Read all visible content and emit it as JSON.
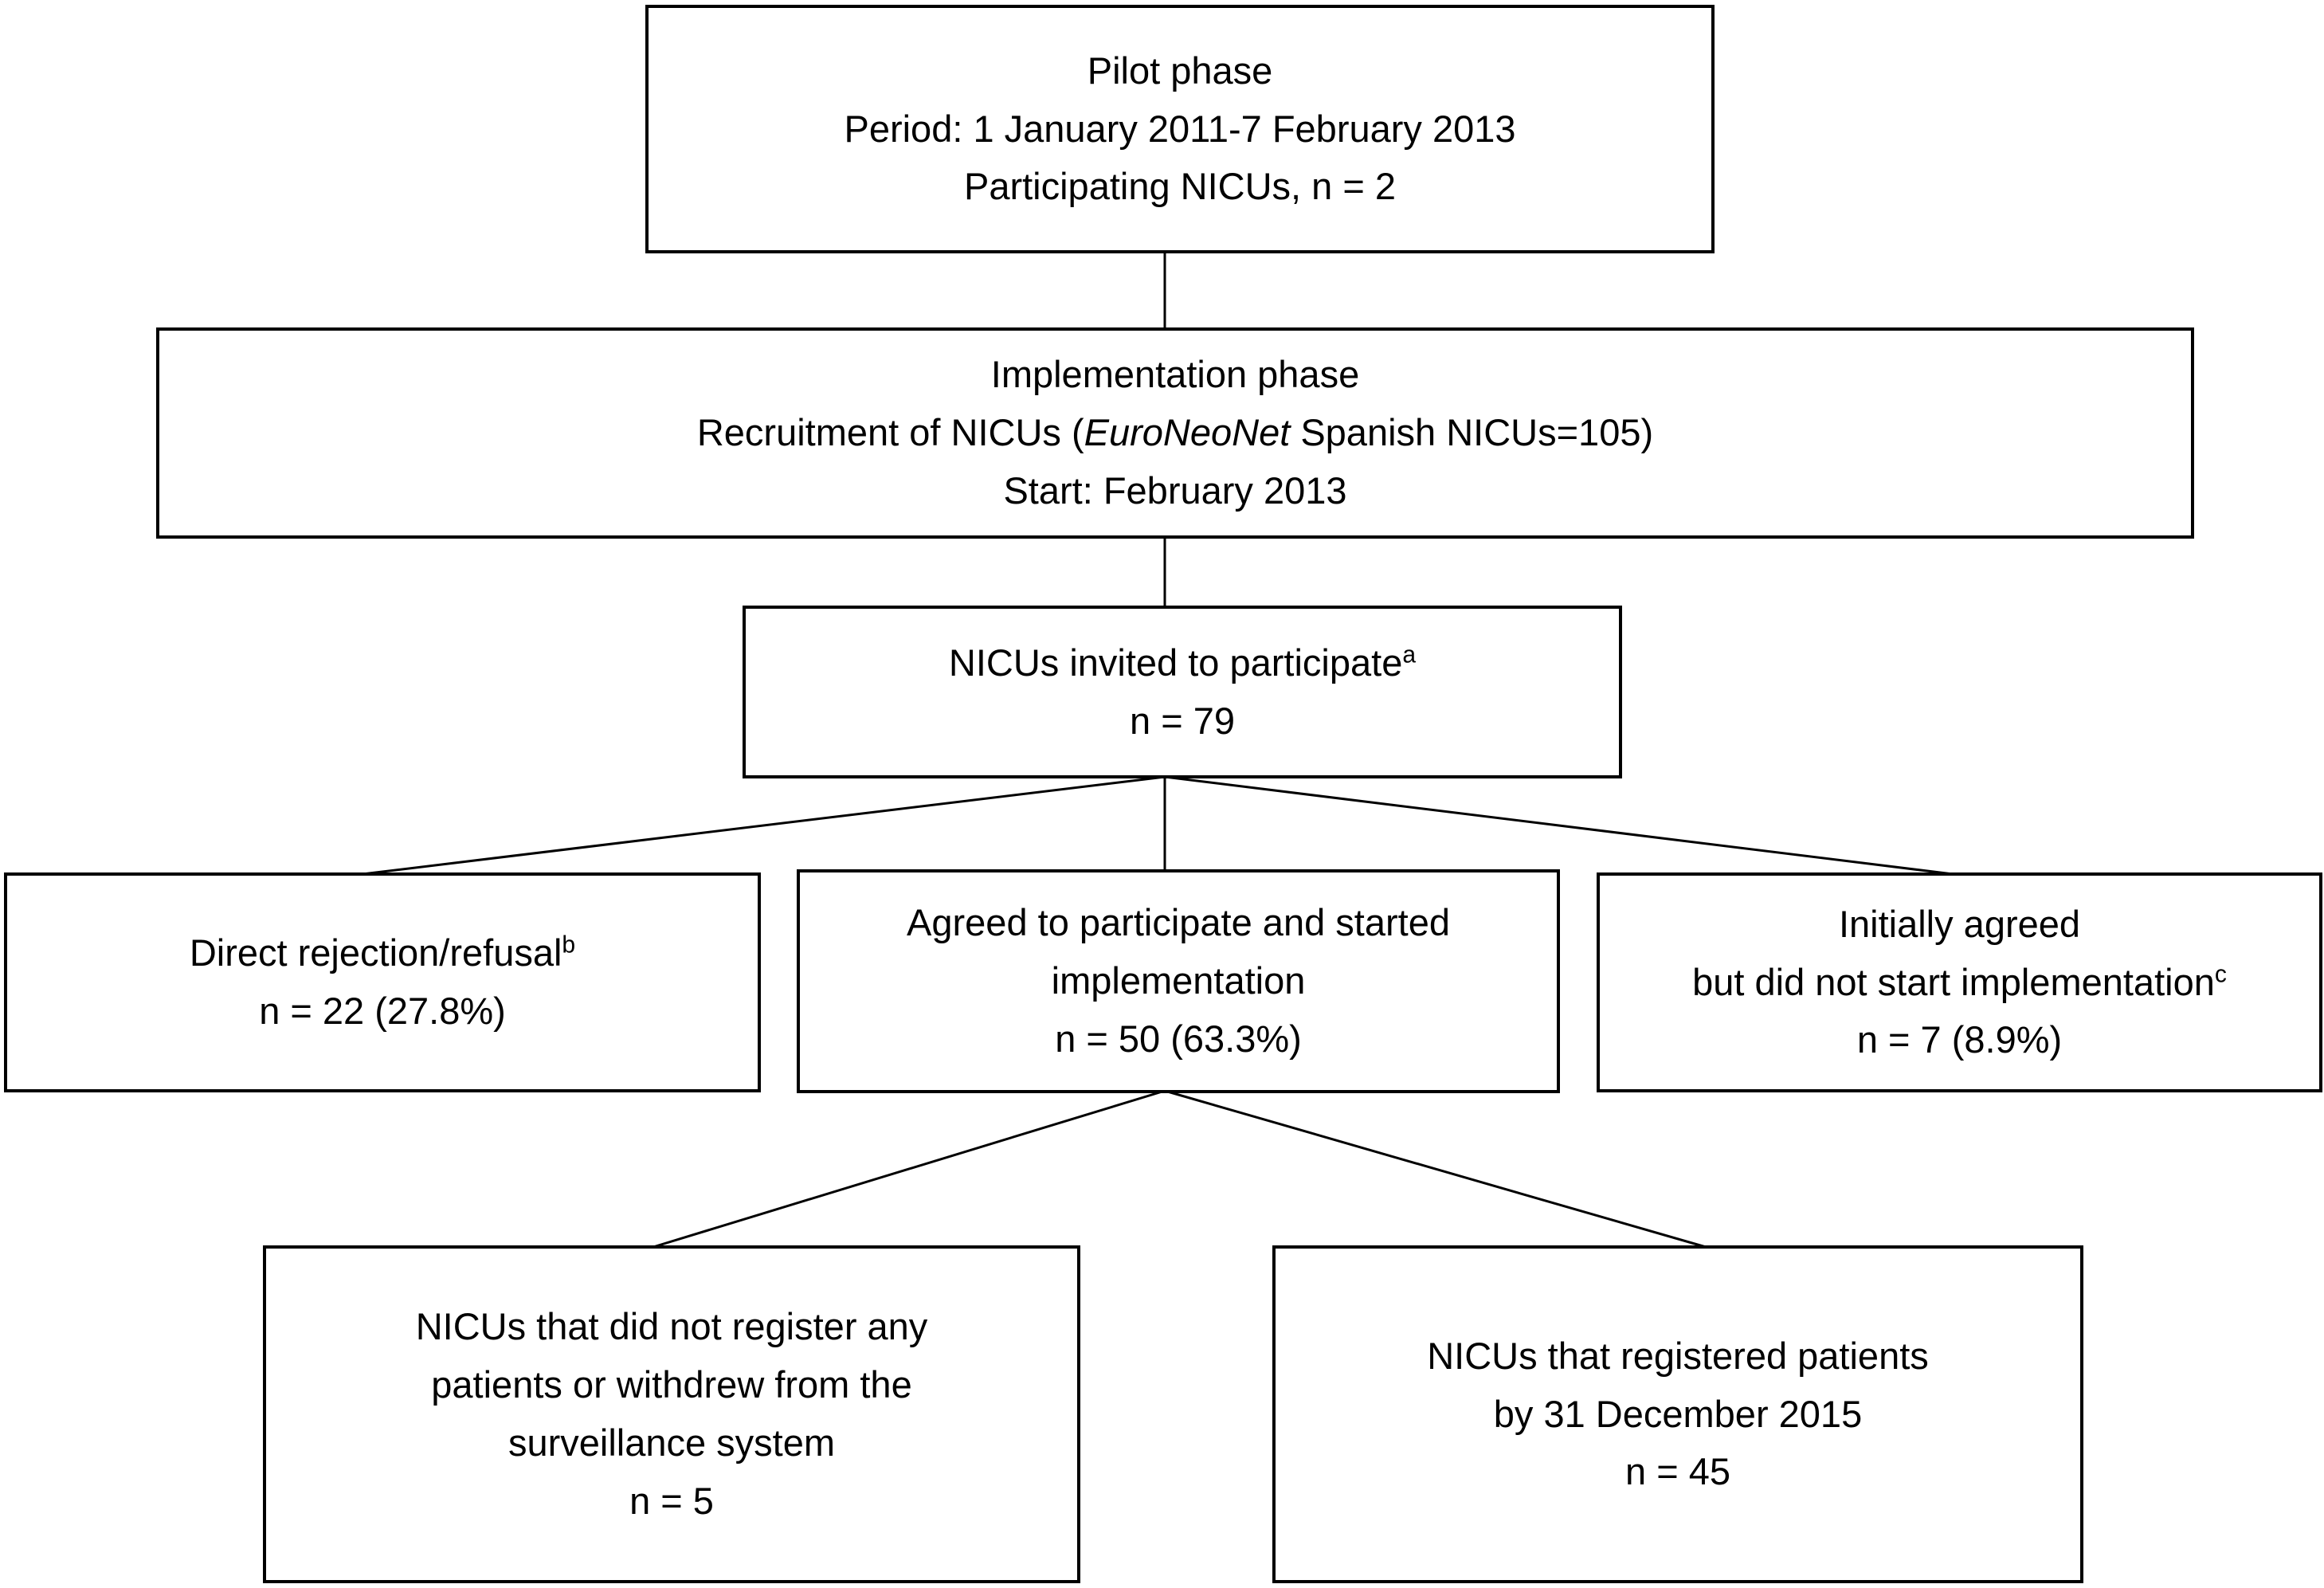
{
  "figure": {
    "background_color": "#ffffff",
    "border_color": "#000000",
    "text_color": "#000000"
  },
  "nodes": {
    "pilot": {
      "line1": "Pilot phase",
      "line2": "Period: 1 January 2011-7 February 2013",
      "line3": "Participating NICUs, n = 2"
    },
    "implementation": {
      "line1": "Implementation phase",
      "line2_prefix": "Recruitment of NICUs (",
      "line2_italic": "EuroNeoNet",
      "line2_suffix": " Spanish NICUs=105)",
      "line3": "Start: February 2013"
    },
    "invited": {
      "line1": "NICUs invited to participate",
      "line1_sup": "a",
      "line2": "n = 79"
    },
    "rejected": {
      "line1": "Direct rejection/refusal",
      "line1_sup": "b",
      "line2": "n = 22 (27.8%)"
    },
    "agreed": {
      "line1": "Agreed to participate and started",
      "line2": "implementation",
      "line3": "n = 50 (63.3%)"
    },
    "initially_agreed": {
      "line1": "Initially agreed",
      "line2": "but did not start implementation",
      "line2_sup": "c",
      "line3": "n = 7 (8.9%)"
    },
    "not_registered": {
      "line1": "NICUs that did not register any",
      "line2": "patients or withdrew from the",
      "line3": "surveillance system",
      "line4": "n = 5"
    },
    "registered": {
      "line1": "NICUs that registered patients",
      "line2": "by 31 December 2015",
      "line3": "n = 45"
    }
  },
  "edges": [
    {
      "from": "pilot",
      "to": "implementation"
    },
    {
      "from": "implementation",
      "to": "invited"
    },
    {
      "from": "invited",
      "to": "rejected"
    },
    {
      "from": "invited",
      "to": "agreed"
    },
    {
      "from": "invited",
      "to": "initially_agreed"
    },
    {
      "from": "agreed",
      "to": "not_registered"
    },
    {
      "from": "agreed",
      "to": "registered"
    }
  ]
}
